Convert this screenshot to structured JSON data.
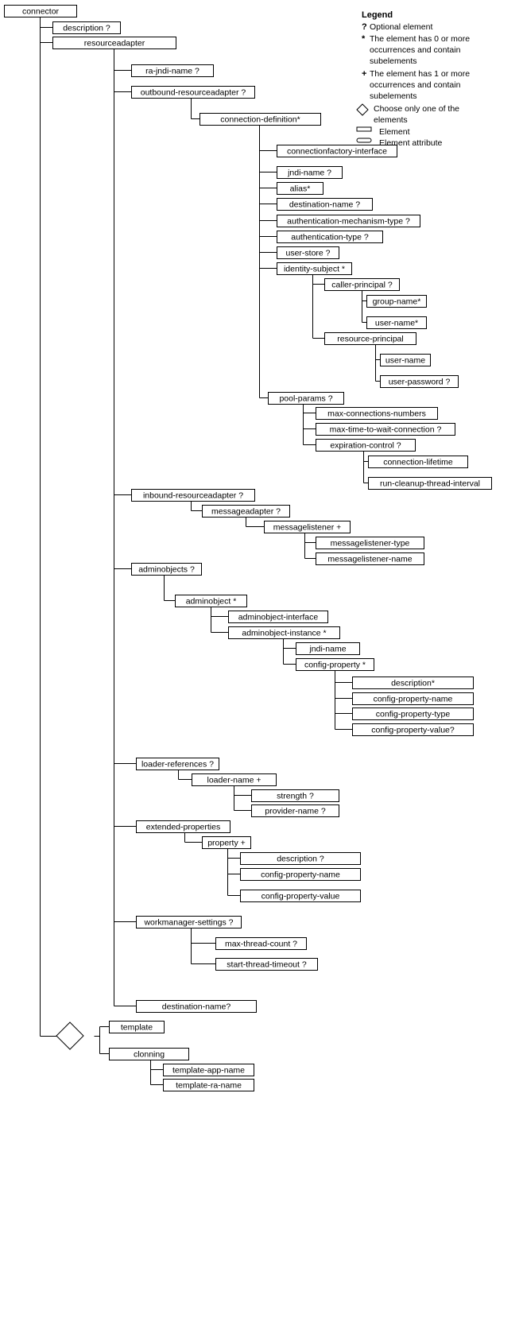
{
  "nodes": {
    "connector": "connector",
    "description": "description ?",
    "resourceadapter": "resourceadapter",
    "ra_jndi_name": "ra-jndi-name ?",
    "outbound_resourceadapter": "outbound-resourceadapter ?",
    "connection_definition": "connection-definition*",
    "connectionfactory_interface": "connectionfactory-interface",
    "jndi_name": "jndi-name ?",
    "alias": "alias*",
    "destination_name": "destination-name ?",
    "authentication_mechanism_type": "authentication-mechanism-type ?",
    "authentication_type": "authentication-type ?",
    "user_store": "user-store ?",
    "identity_subject": "identity-subject *",
    "caller_principal": "caller-principal ?",
    "group_name": "group-name*",
    "user_name_star": "user-name*",
    "resource_principal": "resource-principal",
    "user_name": "user-name",
    "user_password": "user-password ?",
    "pool_params": "pool-params ?",
    "max_connections_numbers": "max-connections-numbers",
    "max_time_to_wait_connection": "max-time-to-wait-connection ?",
    "expiration_control": "expiration-control ?",
    "connection_lifetime": "connection-lifetime",
    "run_cleanup_thread_interval": "run-cleanup-thread-interval",
    "inbound_resourceadapter": "inbound-resourceadapter ?",
    "messageadapter": "messageadapter ?",
    "messagelistener": "messagelistener +",
    "messagelistener_type": "messagelistener-type",
    "messagelistener_name": "messagelistener-name",
    "adminobjects": "adminobjects ?",
    "adminobject": "adminobject *",
    "adminobject_interface": "adminobject-interface",
    "adminobject_instance": "adminobject-instance *",
    "ao_jndi_name": "jndi-name",
    "config_property": "config-property *",
    "cp_description": "description*",
    "cp_name": "config-property-name",
    "cp_type": "config-property-type",
    "cp_value": "config-property-value?",
    "loader_references": "loader-references ?",
    "loader_name": "loader-name +",
    "strength": "strength ?",
    "provider_name": "provider-name ?",
    "extended_properties": "extended-properties",
    "property": "property +",
    "ep_description": "description ?",
    "ep_cp_name": "config-property-name",
    "ep_cp_value": "config-property-value",
    "workmanager_settings": "workmanager-settings ?",
    "max_thread_count": "max-thread-count ?",
    "start_thread_timeout": "start-thread-timeout ?",
    "ra_destination_name": "destination-name?",
    "template": "template",
    "clonning": "clonning",
    "template_app_name": "template-app-name",
    "template_ra_name": "template-ra-name"
  },
  "legend": {
    "title": "Legend",
    "optional_symbol": "?",
    "optional_text": "Optional element",
    "star_symbol": "*",
    "star_lines": [
      "The element has 0 or more",
      "occurrences and contain",
      "subelements"
    ],
    "plus_symbol": "+",
    "plus_lines": [
      "The element has 1 or more",
      "occurrences and contain",
      "subelements"
    ],
    "choice_lines": [
      "Choose only one of the",
      "elements"
    ],
    "element_text": "Element",
    "attribute_text": "Element attribute"
  }
}
